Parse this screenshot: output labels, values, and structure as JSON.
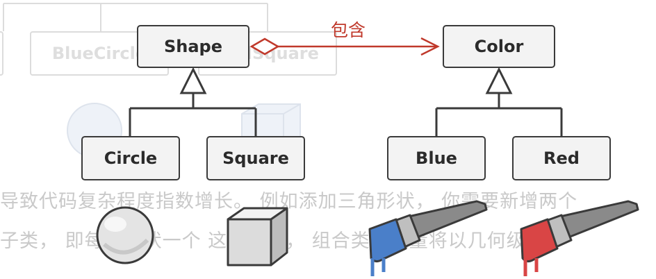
{
  "background_text": {
    "line1": "导致代码复杂程度指数增长。 例如添加三角形状， 你需要新增两个",
    "line2": "子类， 即每种形状一个 这样下去， 组合类的数量将以几何级"
  },
  "ghost_classes": {
    "blue_circle": "BlueCircle",
    "red_square": "RedSquare"
  },
  "classes": {
    "shape": "Shape",
    "circle": "Circle",
    "square": "Square",
    "color": "Color",
    "blue": "Blue",
    "red": "Red"
  },
  "relation": {
    "label": "包含",
    "color": "#c0392b"
  },
  "colors": {
    "box_border": "#3a3a3a",
    "box_fill": "#f3f3f3",
    "blue_paint": "#4a7fc9",
    "red_paint": "#d94545"
  }
}
